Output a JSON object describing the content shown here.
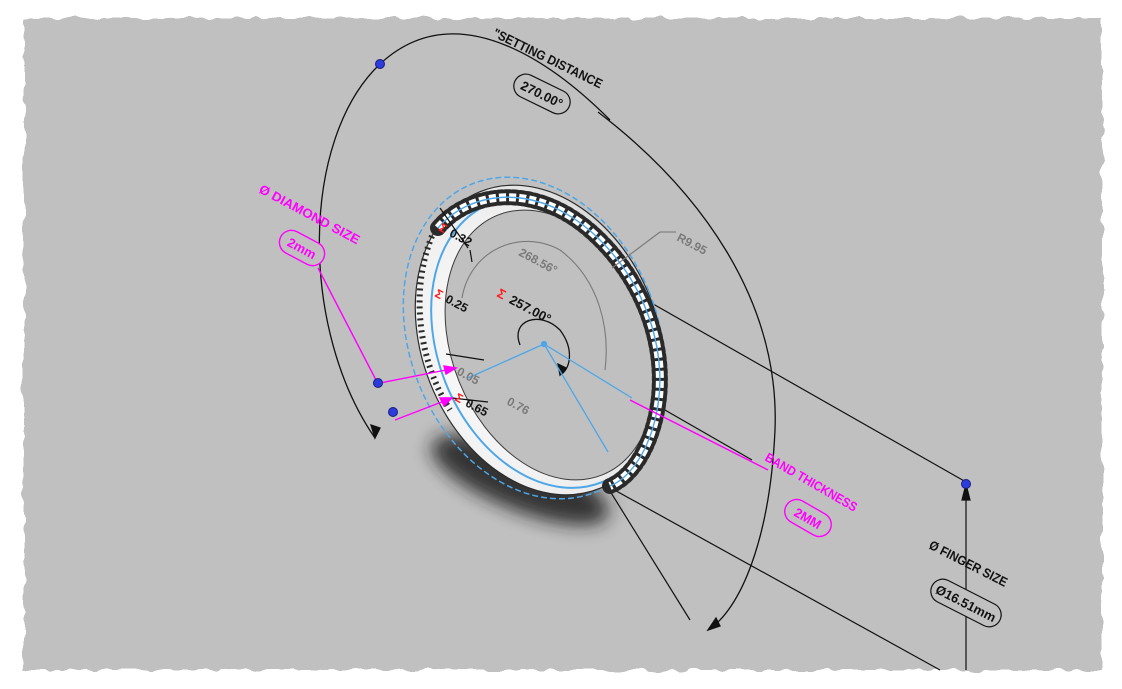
{
  "colors": {
    "background": "#c0c0c0",
    "frame": "#ffffff",
    "dimension_black": "#111111",
    "dimension_magenta": "#ff00ff",
    "dimension_gray": "#7a7a7a",
    "sketch_blue": "#4da6e8",
    "point_blue": "#2b3bdc",
    "sigma_red": "#ff1a1a",
    "ring_fill": "#f4f4f4"
  },
  "annotations": {
    "setting_distance": {
      "label": "\"SETTING DISTANCE",
      "value": "270.00°"
    },
    "diamond_size": {
      "label": "Ø DIAMOND SIZE",
      "value": "2mm"
    },
    "band_thickness": {
      "label": "BAND THICKNESS",
      "value": "2MM"
    },
    "finger_size": {
      "label": "Ø FINGER SIZE",
      "value": "Ø16.51mm"
    }
  },
  "dimensions": {
    "radius": "R9.95",
    "outer_angle": "268.56°",
    "inner_angle": "257.00°",
    "d1": "0.32",
    "d2": "0.25",
    "d3": "0.05",
    "d4": "0.65",
    "d5": "0.76",
    "sigma": "Σ"
  }
}
